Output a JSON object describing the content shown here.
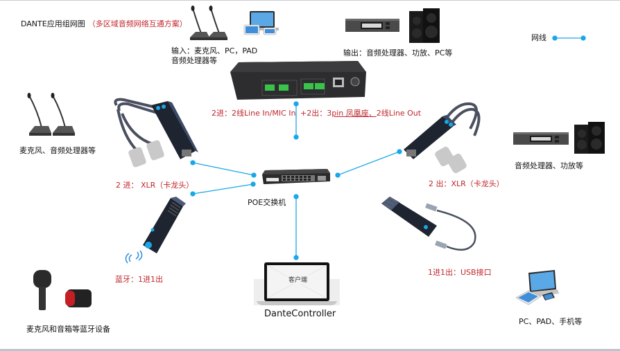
{
  "title": {
    "main": "DANTE应用组网图",
    "subtitle": "（多区域音频网络互通方案）"
  },
  "legend": {
    "label": "网线",
    "color": "#1aa7e8"
  },
  "colors": {
    "wire": "#1aa7e8",
    "accent_red": "#c0262c",
    "text": "#111111"
  },
  "nodes": {
    "input_devices": {
      "line1": "输入：麦克风、PC，PAD",
      "line2": "音频处理器等"
    },
    "output_devices": {
      "label": "输出：音频处理器、功放、PC等"
    },
    "main_unit": {
      "ports_in": "2进：2线Line In/MIC In",
      "ports_out_prefix": "+2出：3",
      "ports_out_underlined": "pin 凤凰座、",
      "ports_out_suffix": "2线Line  Out"
    },
    "left_mics": {
      "label": "麦克风、音频处理器等"
    },
    "xlr_in": {
      "label": "2 进： XLR（卡龙头）"
    },
    "xlr_out": {
      "label": "2 出：XLR（卡龙头）"
    },
    "right_amps": {
      "label": "音频处理器、功放等"
    },
    "switch": {
      "label": "POE交换机"
    },
    "bluetooth_adapter": {
      "label": "蓝牙：1进1出"
    },
    "usb_adapter": {
      "label": "1进1出：USB接口"
    },
    "controller": {
      "screen_text": "客户端",
      "label": "DanteController"
    },
    "bt_devices": {
      "label": "麦克风和音箱等蓝牙设备"
    },
    "pc_devices": {
      "label": "PC、PAD、手机等"
    }
  }
}
